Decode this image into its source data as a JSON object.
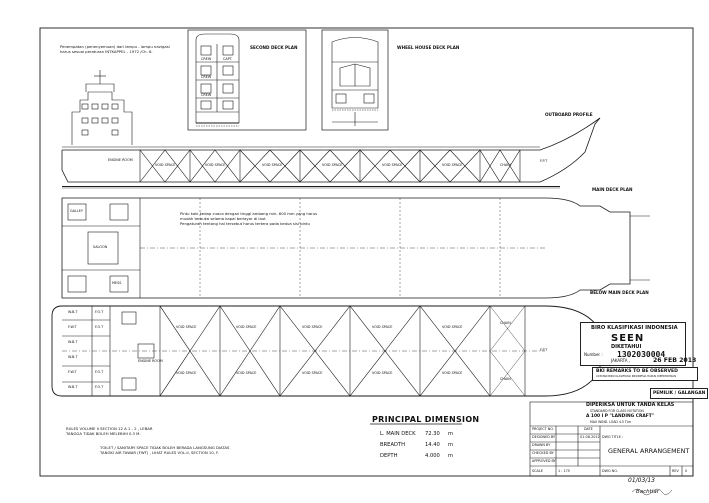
{
  "drawing": {
    "views": {
      "second_deck_plan": "SECOND DECK PLAN",
      "wheel_house_deck_plan": "WHEEL HOUSE DECK PLAN",
      "outboard_profile": "OUTBOARD PROFILE",
      "main_deck_plan": "MAIN DECK PLAN",
      "below_main_deck_plan": "BELOW MAIN DECK PLAN"
    },
    "top_note": "Penempatan (penenyemuan) dari lampu - lampu navigasi harus sesuai peraturan INTKAPPEL - 1972 /Ch. 6.",
    "deck_notes": [
      "Pintu kaki kedap cuaca dengan tinggi ambang min. 600 mm yang harus",
      "mudah terbuka selama kapal berlayar di laut",
      "Pengaturan tentang hal tersebut harus tertera pada kedua sisi pintu"
    ],
    "rules_note": "RULES VOLUME II SECTION 12 A 1 - 2 , LEBAR\nTANGGA TIDAK BOLEH MELEBIHI 0.3 M.",
    "toilet_note": "TOILET / SANITARY SPACE TIDAK BOLEH BERADA LANGSUNG DIATAS\nTANGKI AIR TAWAR (FWT) , LIHAT RULES VOL.II, SECTION 10. F.",
    "compartments": {
      "second_deck": [
        "CREW",
        "CREW",
        "CREW",
        "CAPT."
      ],
      "profile": [
        "ENGINE ROOM",
        "VOID SPACE",
        "VOID SPACE",
        "VOID SPACE",
        "VOID SPACE",
        "VOID SPACE",
        "VOID SPACE",
        "CHAIN",
        "F.P.T"
      ],
      "main_deck": [
        "GALLEY",
        "SALOON",
        "MESS"
      ],
      "below_main_left": [
        "F.O.T",
        "F.O.T",
        "F.O.T",
        "F.O.T",
        "F.W.T",
        "F.W.T",
        "W.B.T",
        "W.B.T",
        "W.B.T",
        "W.B.T"
      ],
      "below_main_engine": [
        "ENGINE ROOM"
      ],
      "below_main_void": [
        "VOID SPACE",
        "VOID SPACE",
        "VOID SPACE",
        "VOID SPACE",
        "VOID SPACE",
        "VOID SPACE",
        "VOID SPACE",
        "VOID SPACE",
        "VOID SPACE",
        "VOID SPACE"
      ],
      "below_main_fwd": [
        "CHAIN",
        "CHAIN",
        "F.P.T"
      ]
    }
  },
  "stamp": {
    "org": "BIRO KLASIFIKASI INDONESIA",
    "seen": "SEEN",
    "diketahui": "DIKETAHUI",
    "number_label": "Number :",
    "number": "1302030004",
    "place": "JAKARTA ,",
    "date": "26 FEB 2013",
    "remarks": "BKI REMARKS TO BE OBSERVED",
    "remarks_sub": "CATATAN BIRO KLASIFIKASI INDONESIA HARUS DIPERHATIKAN",
    "owner": "PEMILIK / GALANGAN"
  },
  "principal_dimension": {
    "title": "PRINCIPAL DIMENSION",
    "rows": [
      {
        "label": "L. MAIN DECK",
        "value": "72.30",
        "unit": "m"
      },
      {
        "label": "BREADTH",
        "value": "14.40",
        "unit": "m"
      },
      {
        "label": "DEPTH",
        "value": "4.000",
        "unit": "m"
      }
    ]
  },
  "title_block": {
    "check_header": "DIPERIKSA UNTUK TANDA KELAS",
    "subtitle_1": "STANDARD FOR CLASS NOTATION",
    "subtitle_2": "A 100 I P \"LANDING CRAFT\"",
    "subtitle_3": "MAX WIND. LOAD 4.5 T/m",
    "rows": [
      "PROJECT NO.",
      "DESIGNED BY",
      "DRAWN BY",
      "CHECKED BY",
      "APPROVED BY"
    ],
    "date_label": "DATE",
    "date_value": "01-08-2012",
    "dwg_title_label": "DWG TITLE :",
    "dwg_title": "GENERAL ARRANGEMENT",
    "scale_label": "SCALE",
    "scale": "1 : 175",
    "dwg_no_label": "DWG NO.",
    "rev_label": "REV",
    "rev": "0"
  },
  "handwriting": {
    "date": "01/03/13",
    "signature": "Bachtiar"
  }
}
